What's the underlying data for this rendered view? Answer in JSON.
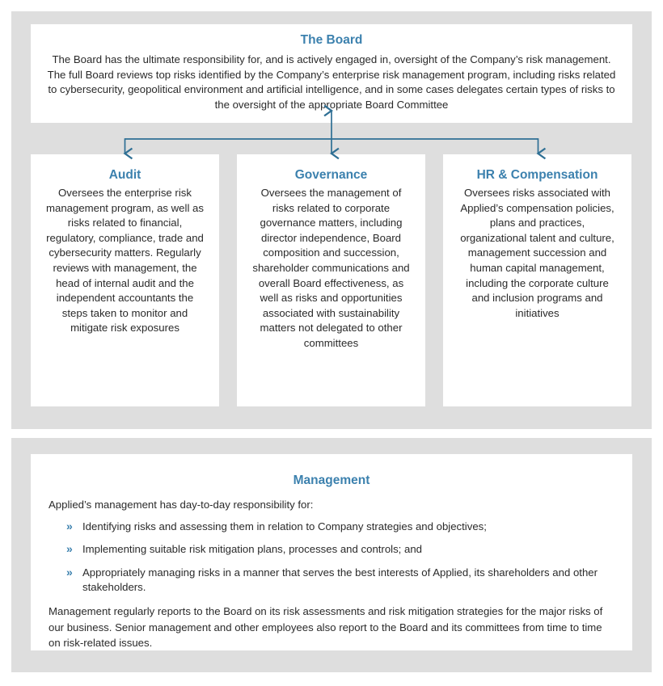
{
  "colors": {
    "panel_background": "#dedede",
    "card_background": "#ffffff",
    "heading_blue": "#3c81ae",
    "connector_blue": "#2e6f94",
    "body_text": "#2a2a2a"
  },
  "board": {
    "heading": "The Board",
    "text": "The Board has the ultimate responsibility for, and is actively engaged in, oversight of the Company’s risk management. The full Board reviews top risks identified by the Company’s enterprise risk management program, including risks related to cybersecurity, geopolitical environment and artificial intelligence, and in some cases delegates certain types of risks to the oversight of the appropriate Board Committee"
  },
  "committees": [
    {
      "heading": "Audit",
      "text": "Oversees the enterprise risk management program, as well as risks related to financial, regulatory, compliance, trade and cybersecurity matters. Regularly reviews with management, the head of internal audit and the independent accountants the steps taken to monitor and mitigate risk exposures"
    },
    {
      "heading": "Governance",
      "text": "Oversees the management of risks related to corporate governance matters, including director independence, Board composition and succession, shareholder communications and overall Board effectiveness, as well as risks and opportunities associated with sustainability matters not delegated to other committees"
    },
    {
      "heading": "HR & Compensation",
      "text": "Oversees risks associated with Applied’s compensation policies, plans and practices, organizational talent and culture, management succession and human capital management, including the corporate culture and inclusion programs and initiatives"
    }
  ],
  "management": {
    "heading": "Management",
    "intro": "Applied’s management has day-to-day responsibility for:",
    "bullet_marker": "»",
    "bullets": [
      "Identifying risks and assessing them in relation to Company strategies and objectives;",
      "Implementing suitable risk mitigation plans, processes and controls; and",
      "Appropriately managing risks in a manner that serves the best interests of Applied, its shareholders and other stakeholders."
    ],
    "outro": "Management regularly reports to the Board on its risk assessments and risk mitigation strategies for the major risks of our business. Senior management and other employees also report to the Board and its committees from time to time on risk-related issues."
  },
  "connectors": {
    "vertical_double_arrow": "board-to-bus-double-arrow",
    "branch_arrows": [
      "arrow-to-audit",
      "arrow-to-governance",
      "arrow-to-hr-compensation"
    ]
  }
}
